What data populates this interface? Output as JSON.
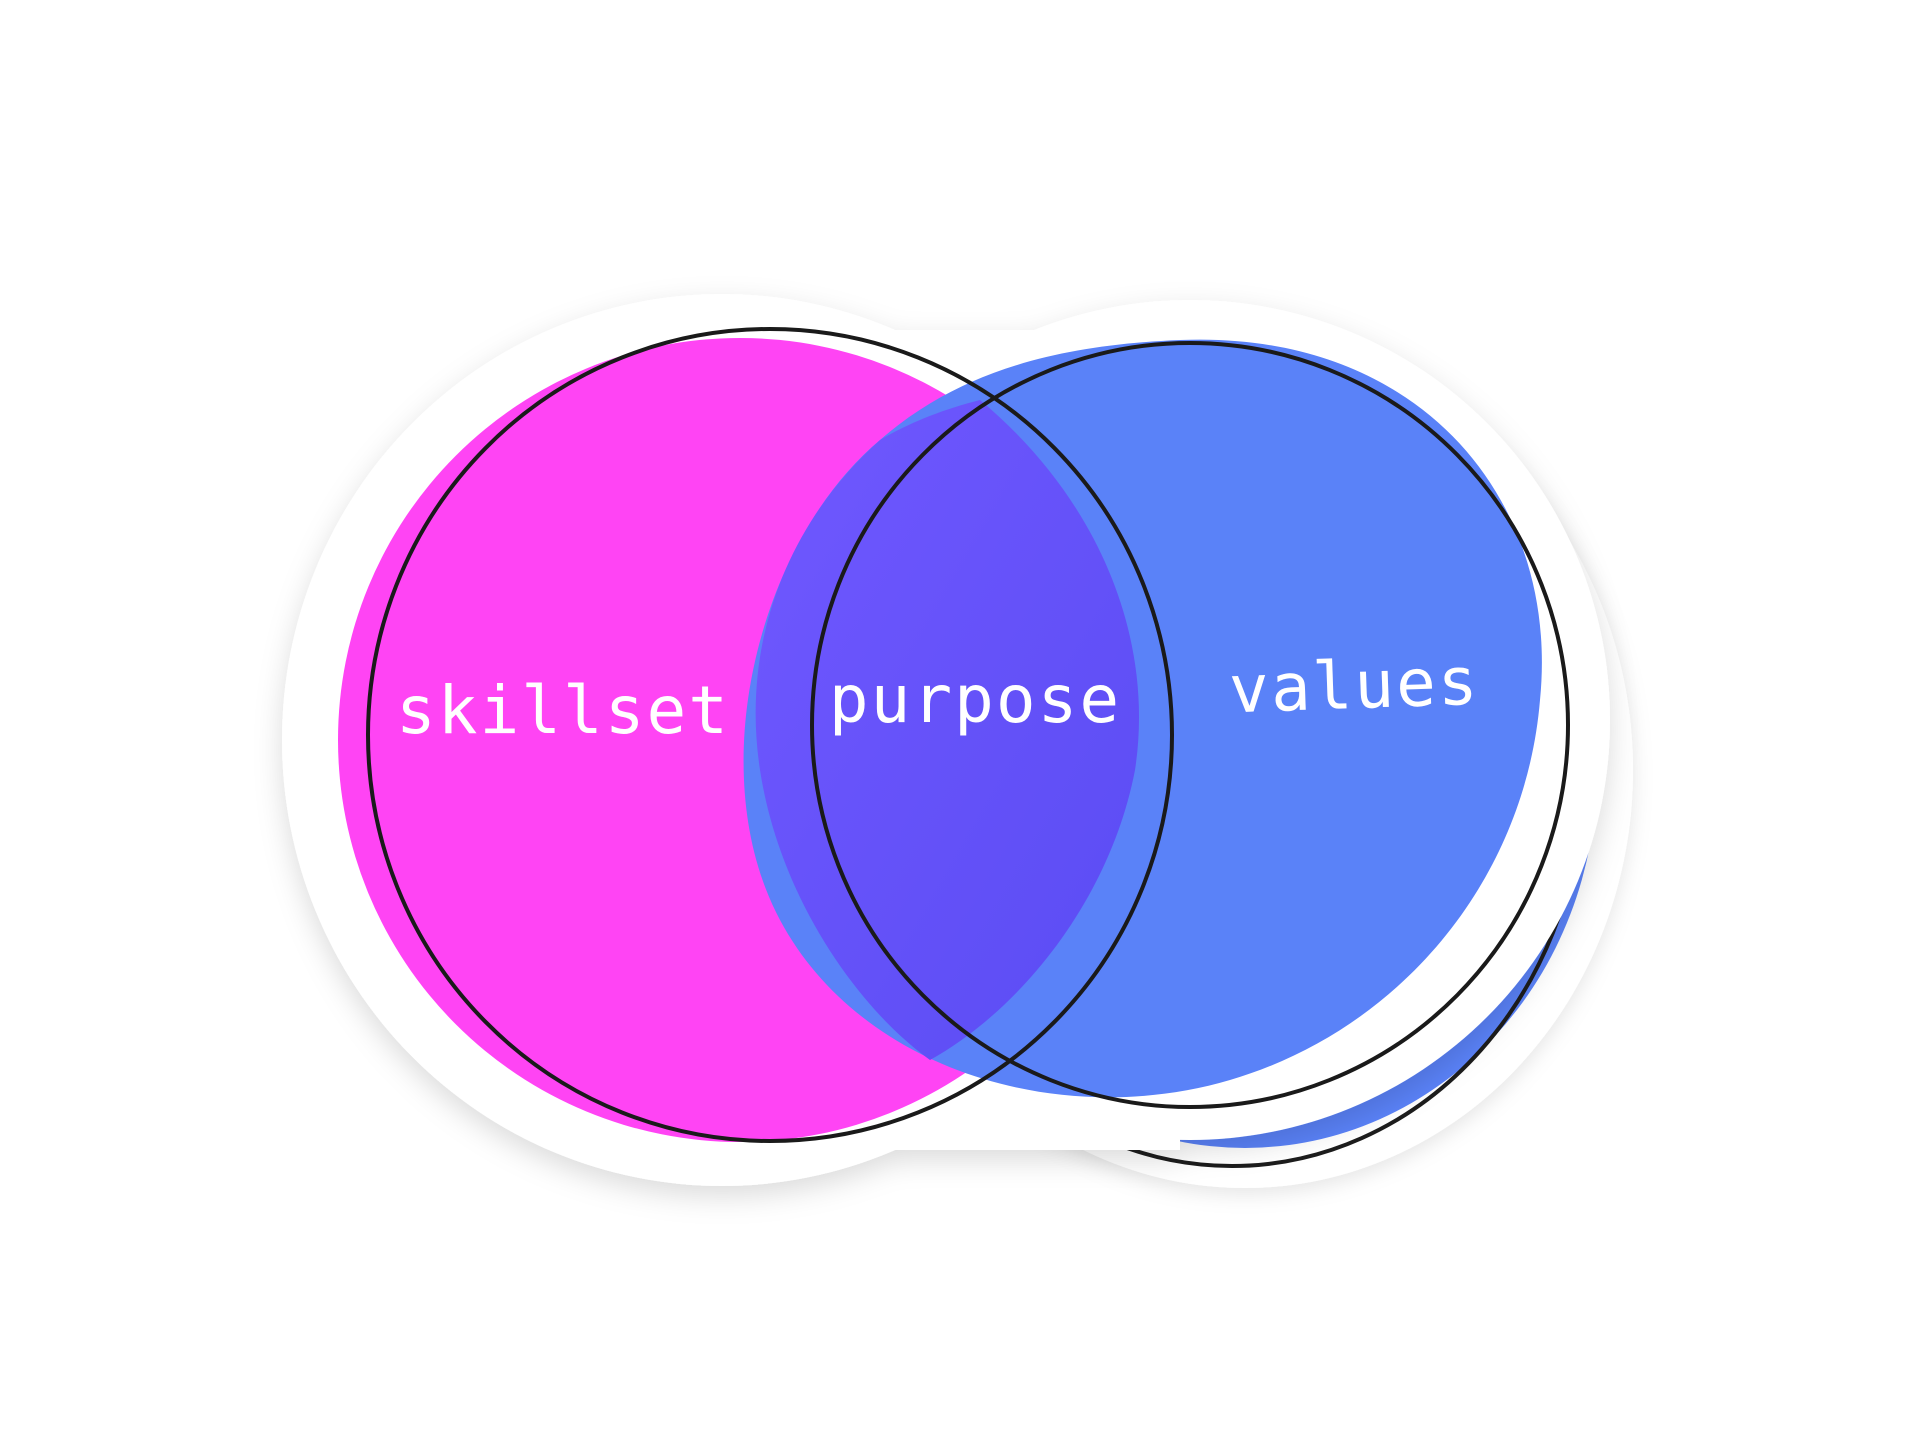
{
  "diagram": {
    "type": "venn",
    "labels": {
      "left": "skillset",
      "middle": "purpose",
      "right": "values"
    },
    "colors": {
      "left_fill": "#ff44f4",
      "right_fill": "#5a82f8",
      "overlap_fill": "#6a50fb",
      "back_sticker_fill": "#5a82f8",
      "outline": "#1a1a1a",
      "sticker_border": "#ffffff",
      "background": "#ffffff"
    },
    "style": "sticker"
  }
}
